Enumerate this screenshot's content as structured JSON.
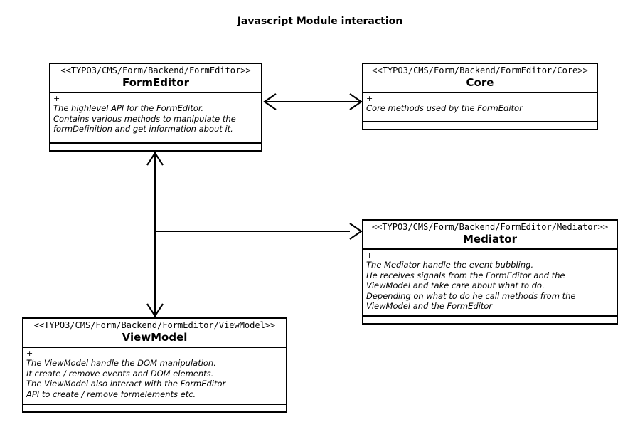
{
  "diagram": {
    "title": "Javascript Module interaction",
    "type": "uml-class-diagram",
    "background": "#ffffff",
    "line_color": "#000000",
    "text_color": "#000000"
  },
  "classes": [
    {
      "id": "formeditor",
      "stereotype": "<<TYPO3/CMS/Form/Backend/FormEditor>>",
      "name": "FormEditor",
      "visibility": "+",
      "description": [
        "The highlevel API for the FormEditor.",
        "Contains various methods to manipulate the",
        "formDefinition and get information about it."
      ]
    },
    {
      "id": "core",
      "stereotype": "<<TYPO3/CMS/Form/Backend/FormEditor/Core>>",
      "name": "Core",
      "visibility": "+",
      "description": [
        "Core methods used by the FormEditor"
      ]
    },
    {
      "id": "mediator",
      "stereotype": "<<TYPO3/CMS/Form/Backend/FormEditor/Mediator>>",
      "name": "Mediator",
      "visibility": "+",
      "description": [
        "The Mediator handle the event bubbling.",
        "He receives signals from the FormEditor and the",
        "ViewModel and take care about what to do.",
        "Depending on what to do he call methods from the",
        "ViewModel and the FormEditor"
      ]
    },
    {
      "id": "viewmodel",
      "stereotype": "<<TYPO3/CMS/Form/Backend/FormEditor/ViewModel>>",
      "name": "ViewModel",
      "visibility": "+",
      "description": [
        "The ViewModel handle the DOM manipulation.",
        "It create / remove events and DOM elements.",
        "The ViewModel also interact with the FormEditor",
        "API to create / remove formelements etc."
      ]
    }
  ],
  "connectors": [
    {
      "id": "formeditor-core",
      "from": "formeditor",
      "to": "core",
      "direction": "bidirectional",
      "label": ""
    },
    {
      "id": "formeditor-viewmodel",
      "from": "formeditor",
      "to": "viewmodel",
      "direction": "bidirectional",
      "label": ""
    },
    {
      "id": "trunk-mediator",
      "from": "formeditor",
      "to": "mediator",
      "direction": "unidirectional",
      "label": ""
    }
  ]
}
